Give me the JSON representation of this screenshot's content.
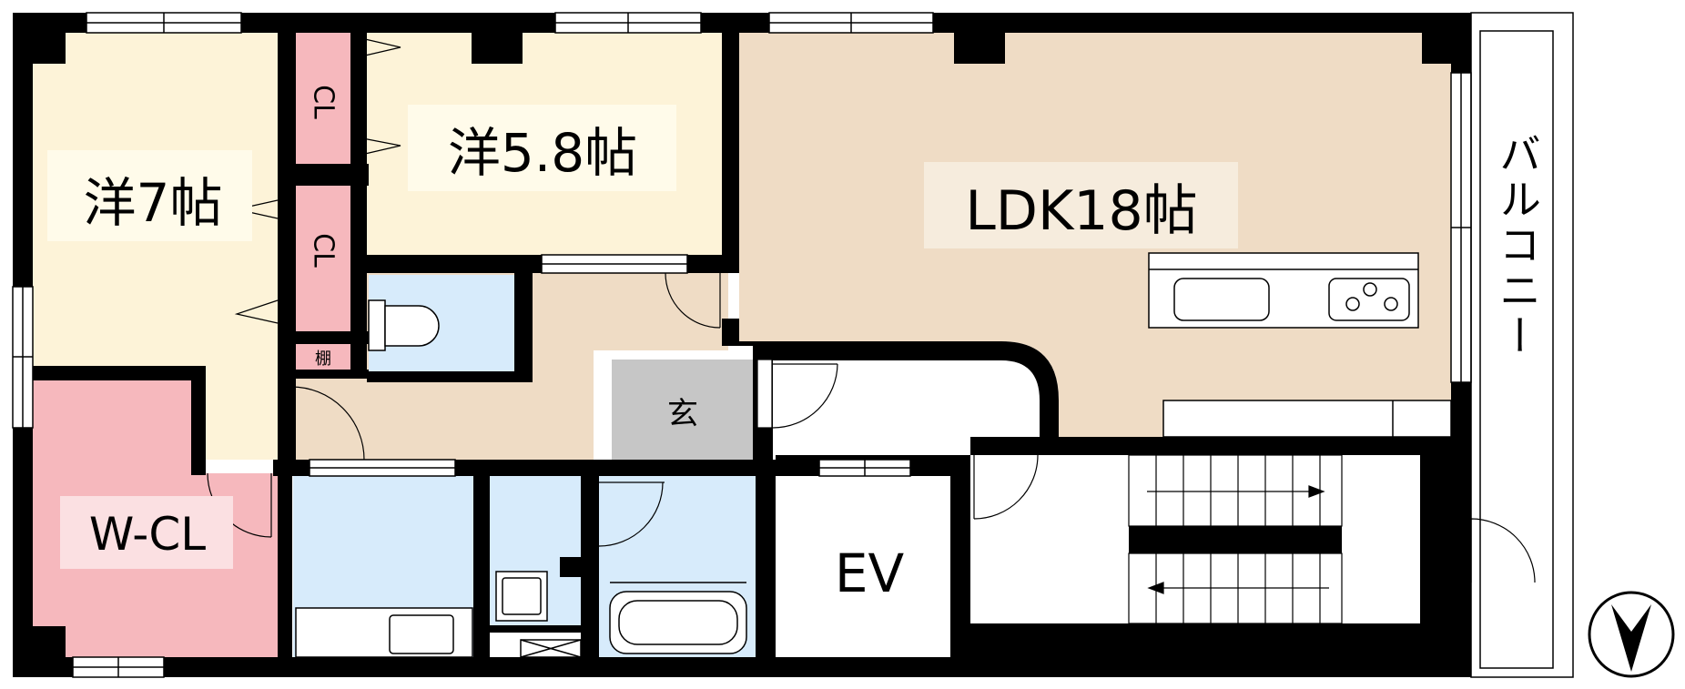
{
  "rooms": {
    "western_7": "洋7帖",
    "western_5_8": "洋5.8帖",
    "ldk": "LDK18帖",
    "closet_1": "CL",
    "closet_2": "CL",
    "shelf": "棚",
    "walk_in_closet": "W-CL",
    "entrance": "玄",
    "elevator": "EV",
    "balcony": "バルコニー"
  },
  "colors": {
    "western": "#fdf3d8",
    "ldk": "#efdcc5",
    "hall": "#efdcc5",
    "closet": "#f6b8bd",
    "wet_area": "#d7ebfb",
    "entrance": "#c6c6c6",
    "wall": "#000000"
  },
  "icons": {
    "compass": "north-compass-icon"
  }
}
